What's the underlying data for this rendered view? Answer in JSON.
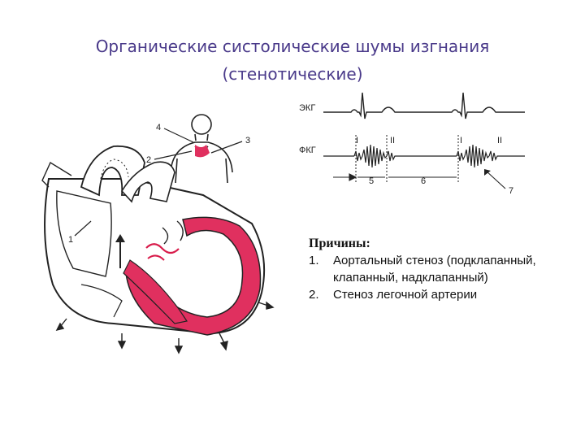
{
  "slide": {
    "title_line1": "Органические систолические шумы изгнания",
    "title_line2": "(стенотические)"
  },
  "figure": {
    "labels": {
      "n1": "1",
      "n2": "2",
      "n3": "3",
      "n4": "4",
      "ecg": "ЭКГ",
      "pcg": "ФКГ",
      "tone1_a": "I",
      "tone2_a": "II",
      "tone1_b": "I",
      "tone2_b": "II",
      "n5": "5",
      "n6": "6",
      "n7": "7"
    },
    "colors": {
      "myocardium": "#e0305f",
      "outline": "#222222",
      "turbulence": "#d81b4a",
      "heading": "#4a3a8a"
    }
  },
  "causes": {
    "heading": "Причины:",
    "items": [
      {
        "num": "1.",
        "text": "Аортальный стеноз (подклапанный, клапанный, надклапанный)"
      },
      {
        "num": "2.",
        "text": "Стеноз легочной артерии"
      }
    ]
  }
}
